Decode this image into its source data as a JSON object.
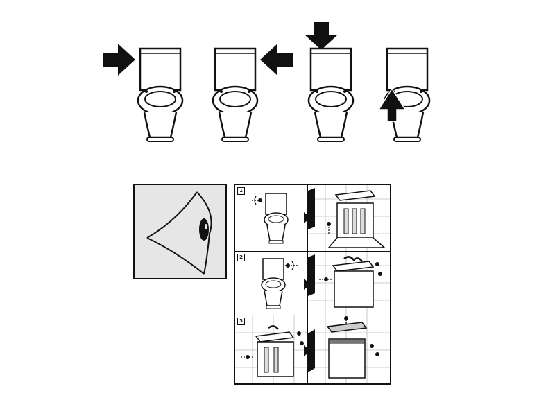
{
  "figure": {
    "toilet_views": [
      {
        "arrow_direction": "right",
        "arrow_icon": "arrow-right-icon"
      },
      {
        "arrow_direction": "left",
        "arrow_icon": "arrow-left-icon"
      },
      {
        "arrow_direction": "down",
        "arrow_icon": "arrow-down-icon"
      },
      {
        "arrow_direction": "up",
        "arrow_icon": "arrow-up-icon"
      }
    ],
    "eye_panel": {
      "icon": "eye-icon",
      "fill": "#e6e6e6"
    },
    "steps": [
      {
        "number": "1"
      },
      {
        "number": "2"
      },
      {
        "number": "3"
      }
    ],
    "colors": {
      "line": "#111111",
      "panel_fill": "#e6e6e6",
      "tile": "#bbbbbb"
    }
  }
}
